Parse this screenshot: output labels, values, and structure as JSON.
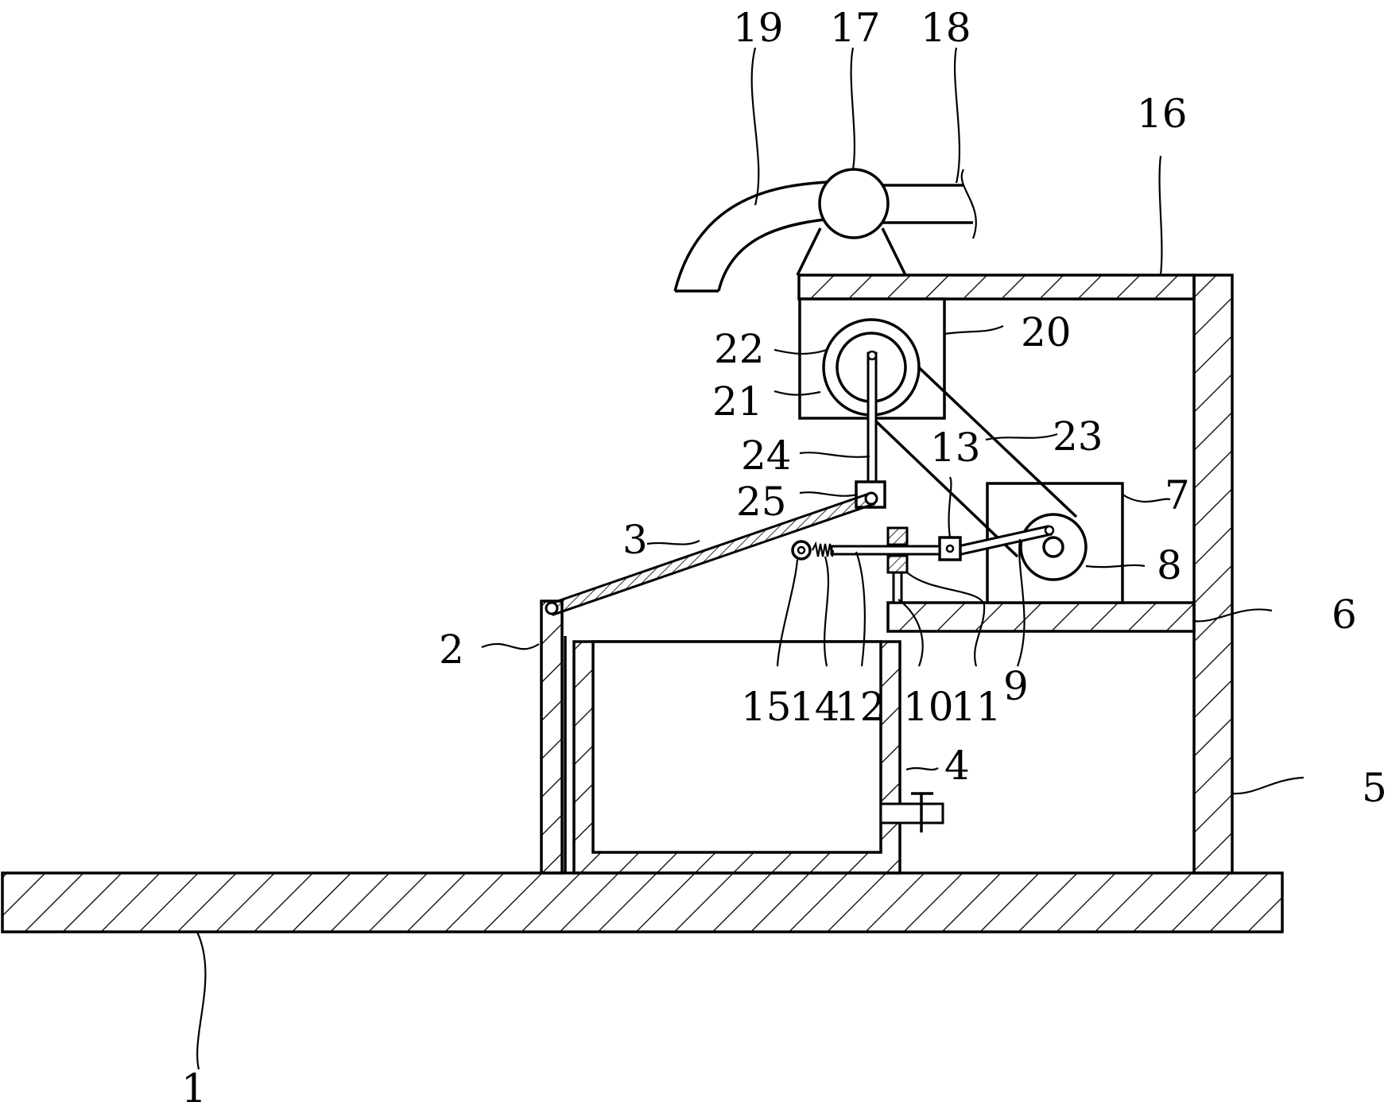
{
  "figure": {
    "background": "#ffffff",
    "line_color": "#000000",
    "labels": {
      "l1": "1",
      "l2": "2",
      "l3": "3",
      "l4": "4",
      "l5": "5",
      "l6": "6",
      "l7": "7",
      "l8": "8",
      "l9": "9",
      "l10": "10",
      "l11": "11",
      "l12": "12",
      "l13": "13",
      "l14": "14",
      "l15": "15",
      "l16": "16",
      "l17": "17",
      "l18": "18",
      "l19": "19",
      "l20": "20",
      "l21": "21",
      "l22": "22",
      "l23": "23",
      "l24": "24",
      "l25": "25"
    }
  }
}
